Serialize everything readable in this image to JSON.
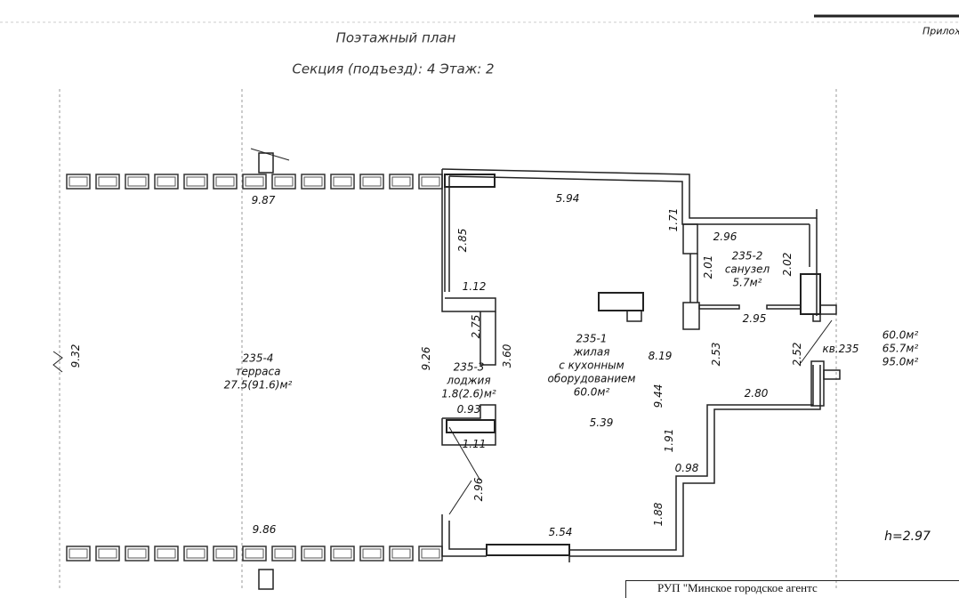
{
  "header": {
    "title": "Поэтажный план",
    "section_line": "Секция (подъезд): 4    Этаж: 2",
    "appendix_label": "Прилож"
  },
  "rooms": {
    "terrace": {
      "number": "235-4",
      "name": "терраса",
      "area": "27.5(91.6)м²"
    },
    "loggia": {
      "number": "235-3",
      "name": "лоджия",
      "area": "1.8(2.6)м²"
    },
    "living": {
      "number": "235-1",
      "name1": "жилая",
      "name2": "с кухонным",
      "name3": "оборудованием",
      "area": "60.0м²"
    },
    "bathroom": {
      "number": "235-2",
      "name": "санузел",
      "area": "5.7м²"
    }
  },
  "apartment": {
    "label": "кв.235",
    "areas": [
      "60.0м²",
      "65.7м²",
      "95.0м²"
    ]
  },
  "dimensions": {
    "d987": "9.87",
    "d594": "5.94",
    "d171": "1.71",
    "d285": "2.85",
    "d296a": "2.96",
    "d201": "2.01",
    "d202": "2.02",
    "d112": "1.12",
    "d295": "2.95",
    "d275": "2.75",
    "d819": "8.19",
    "d253": "2.53",
    "d252": "2.52",
    "d932": "9.32",
    "d926": "9.26",
    "d360": "3.60",
    "d093": "0.93",
    "d944": "9.44",
    "d280": "2.80",
    "d539": "5.39",
    "d111": "1.11",
    "d191": "1.91",
    "d098": "0.98",
    "d296b": "2.96",
    "d188": "1.88",
    "d986": "9.86",
    "d554": "5.54"
  },
  "ceiling_height": "h=2.97",
  "footer": {
    "org": "РУП \"Минское городское агентс"
  }
}
